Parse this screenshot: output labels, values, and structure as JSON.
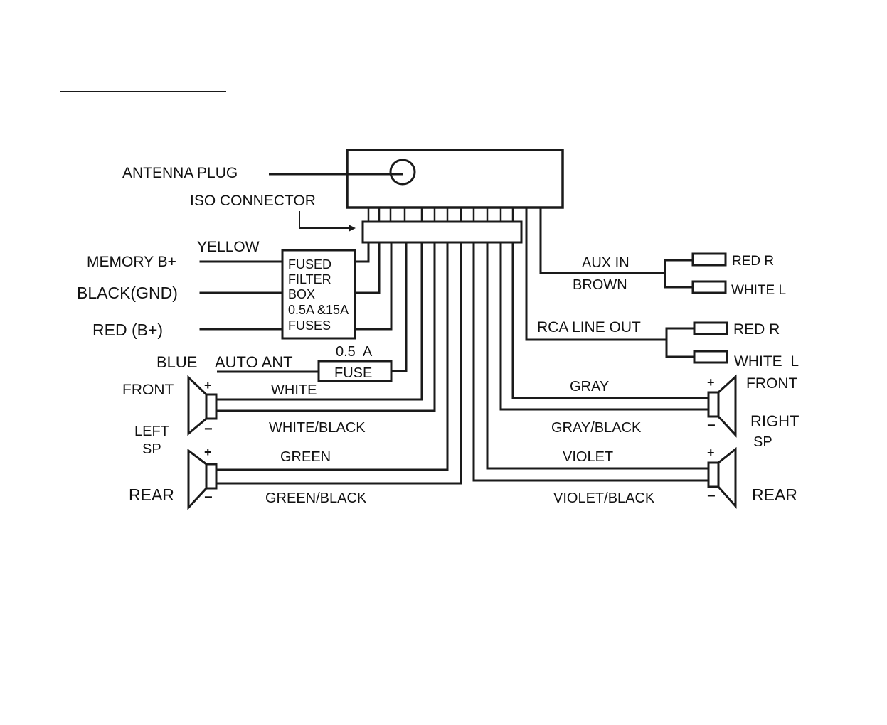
{
  "labels": {
    "antenna_plug": "ANTENNA PLUG",
    "iso_connector": "ISO CONNECTOR",
    "yellow": "YELLOW",
    "memory_b": "MEMORY B+",
    "black_gnd": "BLACK(GND)",
    "red_b": "RED (B+)",
    "blue": "BLUE",
    "auto_ant": "AUTO ANT",
    "fuse_rating": "0.5  A",
    "fuse": "FUSE",
    "filter_box": [
      "FUSED",
      "FILTER",
      "BOX",
      "0.5A &15A",
      "FUSES"
    ],
    "aux_in": "AUX IN",
    "brown": "BROWN",
    "aux_red_r": "RED R",
    "aux_white_l": "WHITE L",
    "rca_line_out": "RCA LINE OUT",
    "rca_red_r": "RED R",
    "rca_white_l": "WHITE  L",
    "left_front": "FRONT",
    "left_sp_1": "LEFT",
    "left_sp_2": "SP",
    "left_rear": "REAR",
    "white": "WHITE",
    "white_black": "WHITE/BLACK",
    "green": "GREEN",
    "green_black": "GREEN/BLACK",
    "gray": "GRAY",
    "gray_black": "GRAY/BLACK",
    "violet": "VIOLET",
    "violet_black": "VIOLET/BLACK",
    "right_front": "FRONT",
    "right_sp_1": "RIGHT",
    "right_sp_2": "SP",
    "right_rear": "REAR",
    "plus": "+",
    "minus": "−"
  }
}
